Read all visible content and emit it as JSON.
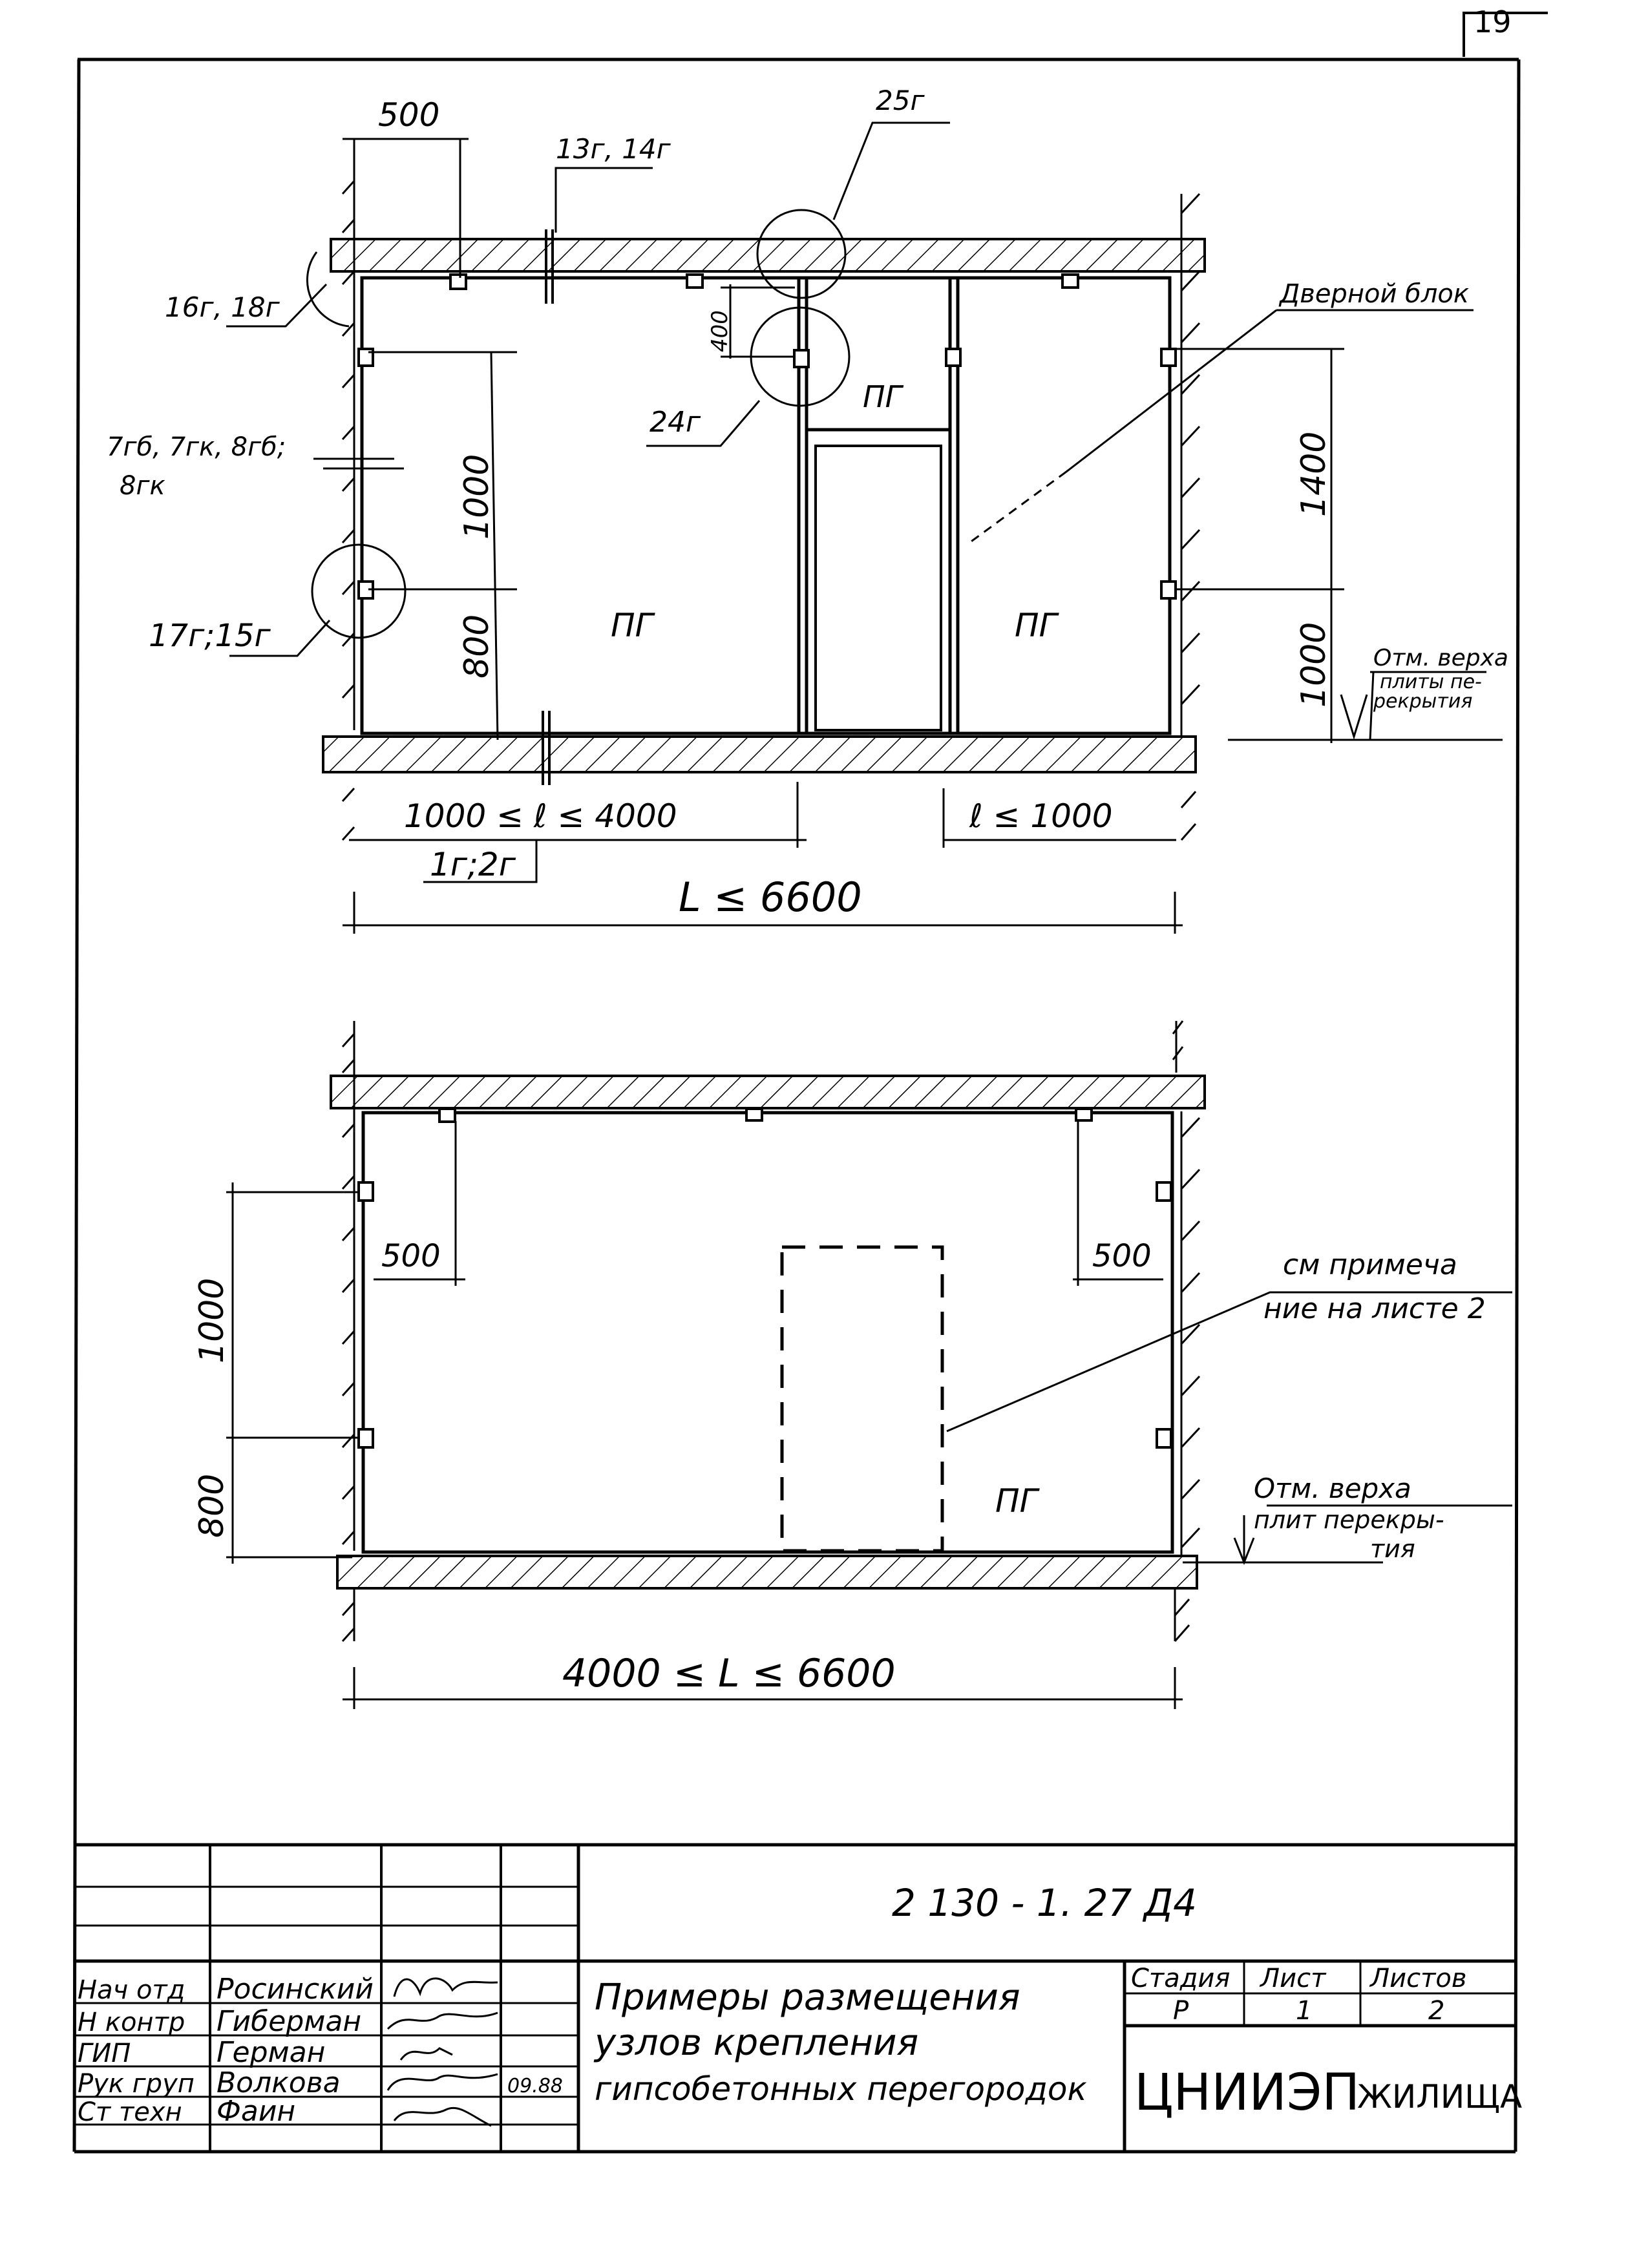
{
  "sheet_number": "19",
  "top_plan": {
    "labels": {
      "dim_500": "500",
      "node_13_14": "13г, 14г",
      "node_25": "25г",
      "node_16_18": "16г, 18г",
      "dim_400": "400",
      "node_24": "24г",
      "door_block": "Дверной блок",
      "node_7_8_line1": "7гб, 7гк, 8гб;",
      "node_7_8_line2": "8гк",
      "dim_1000": "1000",
      "dim_800": "800",
      "dim_1400": "1400",
      "dim_1000_right": "1000",
      "node_17_15": "17г;15г",
      "pg_top": "ПГ",
      "pg_left": "ПГ",
      "pg_right": "ПГ",
      "elev_line1": "Отм. верха",
      "elev_line2": "плиты пе-",
      "elev_line3": "рекрытия",
      "span_left": "1000 ≤ ℓ ≤ 4000",
      "span_right": "ℓ ≤ 1000",
      "node_1_2": "1г;2г",
      "total": "L ≤ 6600"
    }
  },
  "bottom_plan": {
    "labels": {
      "dim_500_left": "500",
      "dim_500_right": "500",
      "dim_1000": "1000",
      "dim_800": "800",
      "note_line1": "см примеча",
      "note_line2": "ние на листе 2",
      "pg": "ПГ",
      "elev_line1": "Отм. верха",
      "elev_line2": "плит перекры-",
      "elev_line3": "тия",
      "total": "4000 ≤ L ≤ 6600"
    }
  },
  "title_block": {
    "doc_code": "2 130 - 1. 27 Д4",
    "roles": [
      "Нач отд",
      "Н контр",
      "ГИП",
      "Рук груп",
      "Ст техн"
    ],
    "names": [
      "Росинский",
      "Гиберман",
      "Герман",
      "Волкова",
      "Фаин"
    ],
    "date": "09.88",
    "title_lines": [
      "Примеры размещения",
      "узлов крепления",
      "гипсобетонных перегородок"
    ],
    "stage_header": "Стадия",
    "sheet_header": "Лист",
    "sheets_header": "Листов",
    "stage_value": "Р",
    "sheet_value": "1",
    "sheets_value": "2",
    "org_main": "ЦНИИЭП",
    "org_sub": "жилища"
  }
}
